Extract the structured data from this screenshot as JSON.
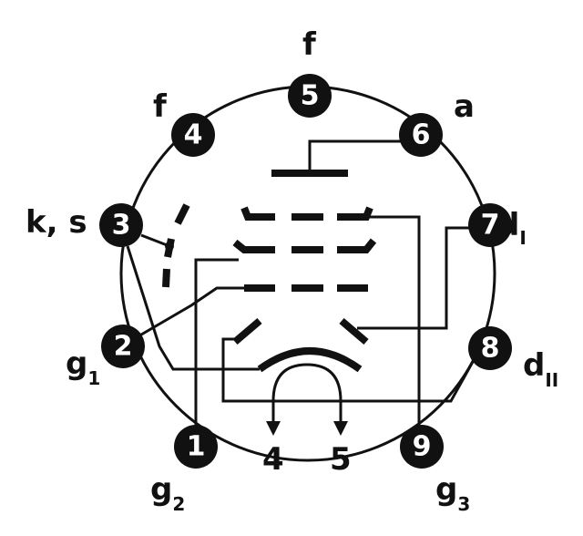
{
  "title": "Tube base pin connection diagram",
  "pins": [
    {
      "number": "1",
      "label": "g",
      "sub": "2"
    },
    {
      "number": "2",
      "label": "g",
      "sub": "1"
    },
    {
      "number": "3",
      "label": "k, s",
      "sub": ""
    },
    {
      "number": "4",
      "label": "f",
      "sub": ""
    },
    {
      "number": "5",
      "label": "f",
      "sub": ""
    },
    {
      "number": "6",
      "label": "a",
      "sub": ""
    },
    {
      "number": "7",
      "label": "d",
      "sub": "I"
    },
    {
      "number": "8",
      "label": "d",
      "sub": "II"
    },
    {
      "number": "9",
      "label": "g",
      "sub": "3"
    }
  ],
  "heater": {
    "left": "4",
    "right": "5"
  },
  "colors": {
    "ink": "#111111",
    "paper": "#ffffff"
  }
}
